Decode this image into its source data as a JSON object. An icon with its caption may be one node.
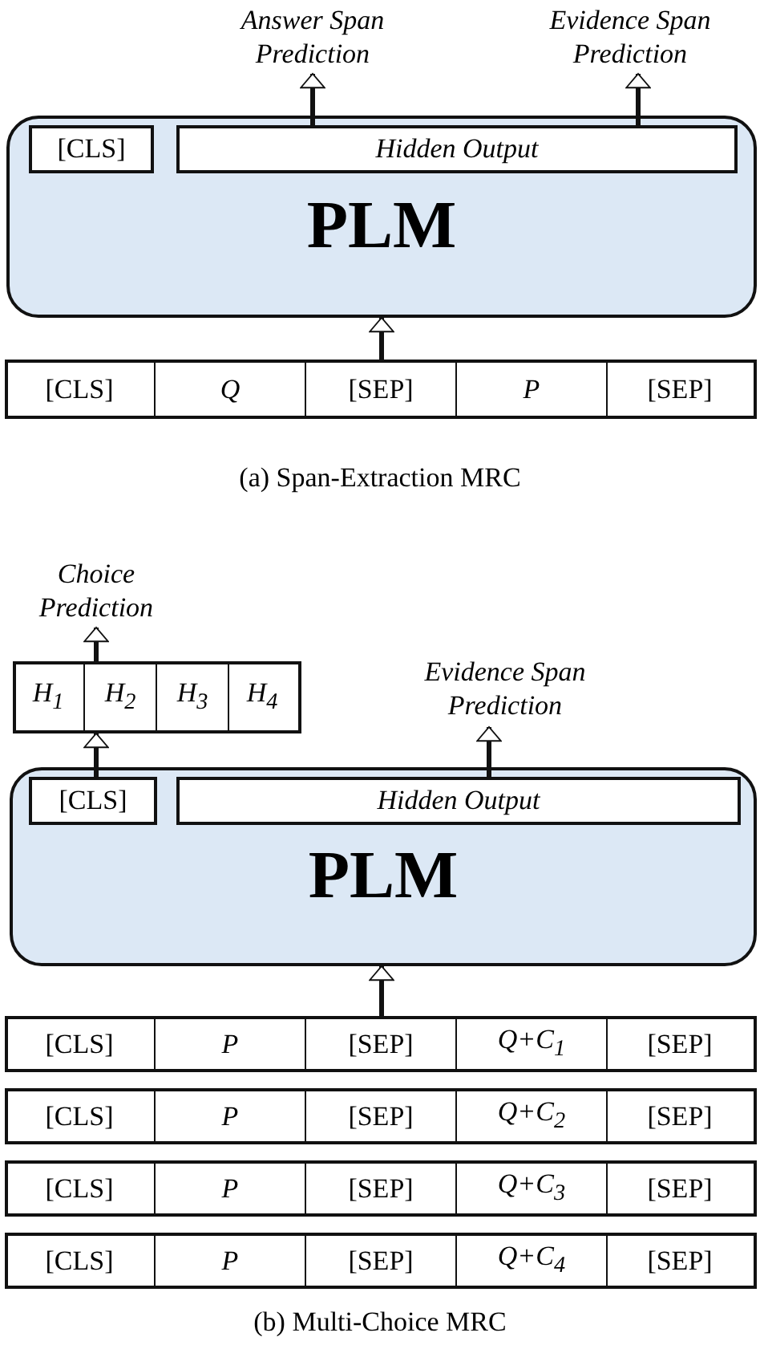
{
  "diagram": {
    "nodes": [
      {
        "text": [
          "Answer Span Prediction"
        ]
      },
      {
        "text": [
          "Evidence Span Prediction"
        ]
      },
      {
        "text": [
          "PLM"
        ]
      },
      {
        "text": [
          "[CLS]"
        ],
        "in": 2
      },
      {
        "text": [
          "Hidden Output"
        ],
        "in": 2
      },
      {
        "text": [],
        "shape": "bar"
      },
      {
        "text": [
          "[CLS]"
        ],
        "in": 5
      },
      {
        "text": [
          "Q"
        ],
        "in": 5
      },
      {
        "text": [
          "[SEP]"
        ],
        "in": 5
      },
      {
        "text": [
          "P"
        ],
        "in": 5
      },
      {
        "text": [
          "[SEP]"
        ],
        "in": 5
      },
      {
        "text": [
          "Choice Prediction"
        ]
      },
      {
        "text": [],
        "shape": "bar"
      },
      {
        "text": [
          "H$_{1}$"
        ],
        "in": 12
      },
      {
        "text": [
          "H$_{2}$"
        ],
        "in": 12
      },
      {
        "text": [
          "H$_{3}$"
        ],
        "in": 12
      },
      {
        "text": [
          "H$_{4}$"
        ],
        "in": 12
      },
      {
        "text": [
          "Evidence Span Prediction"
        ]
      },
      {
        "text": [
          "PLM"
        ]
      },
      {
        "text": [
          "[CLS]"
        ],
        "in": 18
      },
      {
        "text": [
          "Hidden Output"
        ],
        "in": 18
      },
      {
        "text": [],
        "shape": "bar"
      },
      {
        "text": [
          "[CLS]"
        ],
        "in": 21
      },
      {
        "text": [
          "P"
        ],
        "in": 21
      },
      {
        "text": [
          "[SEP]"
        ],
        "in": 21
      },
      {
        "text": [
          "Q+C$_{1}$"
        ],
        "in": 21
      },
      {
        "text": [
          "[SEP]"
        ],
        "in": 21
      },
      {
        "text": [],
        "shape": "bar"
      },
      {
        "text": [
          "[CLS]"
        ],
        "in": 27
      },
      {
        "text": [
          "P"
        ],
        "in": 27
      },
      {
        "text": [
          "[SEP]"
        ],
        "in": 27
      },
      {
        "text": [
          "Q+C$_{2}$"
        ],
        "in": 27
      },
      {
        "text": [
          "[SEP]"
        ],
        "in": 27
      },
      {
        "text": [],
        "shape": "bar"
      },
      {
        "text": [
          "[CLS]"
        ],
        "in": 33
      },
      {
        "text": [
          "P"
        ],
        "in": 33
      },
      {
        "text": [
          "[SEP]"
        ],
        "in": 33
      },
      {
        "text": [
          "Q+C$_{3}$"
        ],
        "in": 33
      },
      {
        "text": [
          "[SEP]"
        ],
        "in": 33
      },
      {
        "text": [],
        "shape": "bar"
      },
      {
        "text": [
          "[CLS]"
        ],
        "in": 39
      },
      {
        "text": [
          "P"
        ],
        "in": 39
      },
      {
        "text": [
          "[SEP]"
        ],
        "in": 39
      },
      {
        "text": [
          "Q+C$_{4}$"
        ],
        "in": 39
      },
      {
        "text": [
          "[SEP]"
        ],
        "in": 39
      }
    ],
    "edges": [
      {
        "from": 4,
        "to": 0,
        "arrow": "to"
      },
      {
        "from": 4,
        "to": 1,
        "arrow": "to"
      },
      {
        "from": 5,
        "to": 2,
        "arrow": "to"
      },
      {
        "from": 12,
        "to": 11,
        "arrow": "to"
      },
      {
        "from": 19,
        "to": 12,
        "arrow": "to"
      },
      {
        "from": 20,
        "to": 17,
        "arrow": "to"
      },
      {
        "from": 21,
        "to": 18,
        "arrow": "to"
      }
    ],
    "labels": [
      "(a) Span-Extraction MRC",
      "(b) Multi-Choice MRC"
    ]
  }
}
